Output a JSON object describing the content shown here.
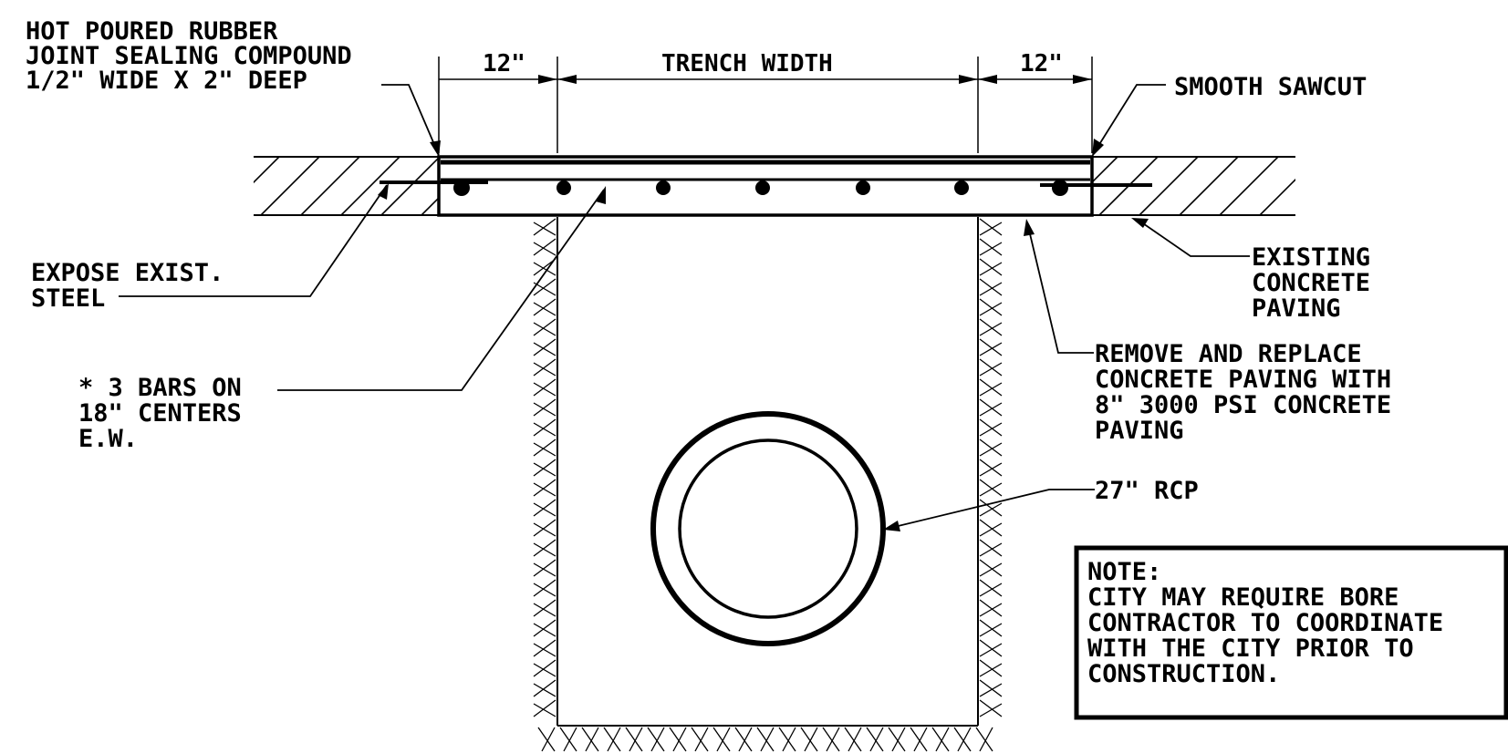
{
  "labels": {
    "sealant": [
      "HOT POURED RUBBER",
      "JOINT SEALING COMPOUND",
      "1/2\" WIDE X 2\" DEEP"
    ],
    "dim_left": "12\"",
    "dim_center": "TRENCH WIDTH",
    "dim_right": "12\"",
    "sawcut": "SMOOTH SAWCUT",
    "expose_steel": [
      "EXPOSE EXIST.",
      "STEEL"
    ],
    "existing_paving": [
      "EXISTING",
      "CONCRETE",
      "PAVING"
    ],
    "bars": [
      "* 3 BARS ON",
      "18\" CENTERS",
      "E.W."
    ],
    "replace_paving": [
      "REMOVE AND REPLACE",
      "CONCRETE PAVING WITH",
      "8\" 3000 PSI CONCRETE",
      "PAVING"
    ],
    "pipe": "27\" RCP"
  },
  "note": {
    "title": "NOTE:",
    "lines": [
      "CITY MAY REQUIRE BORE",
      "CONTRACTOR TO COORDINATE",
      "WITH THE CITY PRIOR TO",
      "CONSTRUCTION."
    ]
  },
  "colors": {
    "ink": "#000000",
    "paper": "#ffffff"
  }
}
